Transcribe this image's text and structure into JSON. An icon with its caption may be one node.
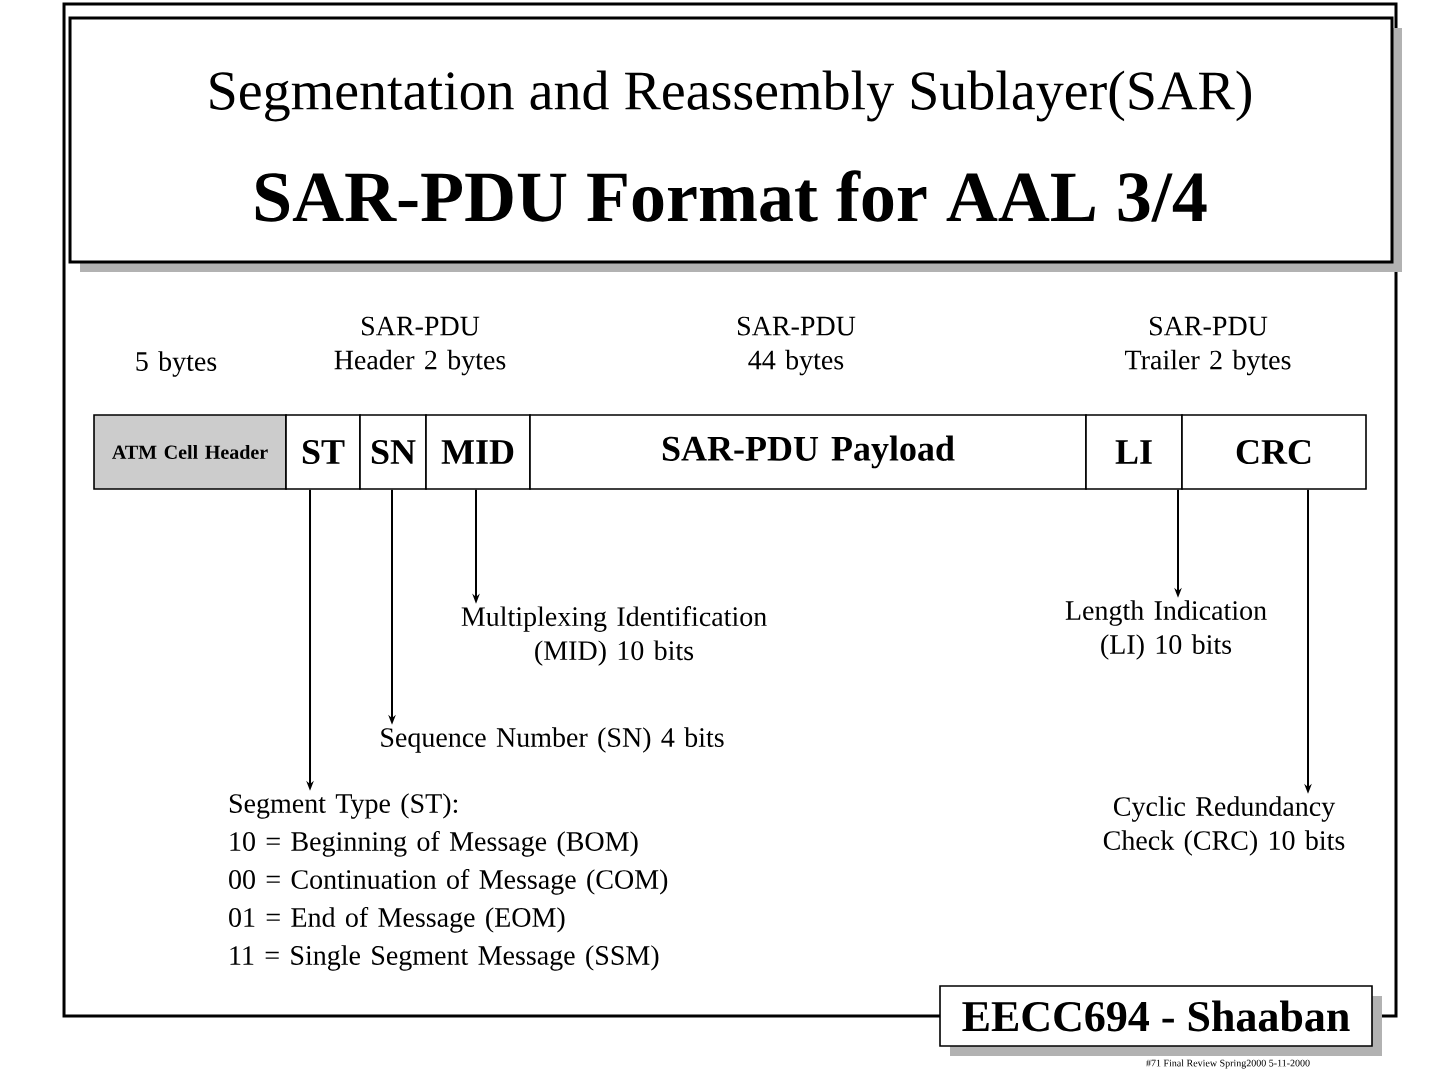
{
  "diagram": {
    "title": "Segmentation and Reassembly Sublayer(SAR)",
    "nodes": [
      {
        "text": [
          "ATM Cell Header"
        ]
      },
      {
        "text": [
          "ST"
        ]
      },
      {
        "text": [
          "SN"
        ]
      },
      {
        "text": [
          "MID"
        ]
      },
      {
        "text": [
          "SAR-PDU Payload"
        ]
      },
      {
        "text": [
          "LI"
        ]
      },
      {
        "text": [
          "CRC"
        ]
      },
      {
        "text": [
          "Multiplexing Identification (MID) 10 bits"
        ]
      },
      {
        "text": [
          "Sequence Number (SN) 4 bits"
        ]
      },
      {
        "text": [
          "Segment Type (ST):",
          "10 = Beginning of Message (BOM)",
          "00 = Continuation of Message (COM)",
          "01 = End of Message (EOM)",
          "11 = Single Segment Message (SSM)"
        ]
      },
      {
        "text": [
          "Length Indication (LI) 10 bits"
        ]
      },
      {
        "text": [
          "Cyclic Redundancy Check (CRC) 10 bits"
        ]
      },
      {
        "text": [
          "EECC694 - Shaaban"
        ]
      }
    ],
    "edges": [
      {
        "from": 1,
        "to": 9,
        "arrow": "to"
      },
      {
        "from": 2,
        "to": 8,
        "arrow": "to"
      },
      {
        "from": 3,
        "to": 7,
        "arrow": "to"
      },
      {
        "from": 5,
        "to": 10,
        "arrow": "to"
      },
      {
        "from": 6,
        "to": 11,
        "arrow": "to"
      }
    ],
    "labels": [
      "SAR-PDU Format for AAL 3/4",
      "5 bytes",
      "SAR-PDU Header 2 bytes",
      "SAR-PDU 44 bytes",
      "SAR-PDU Trailer 2 bytes",
      "#71 Final Review Spring2000 5-11-2000"
    ]
  }
}
